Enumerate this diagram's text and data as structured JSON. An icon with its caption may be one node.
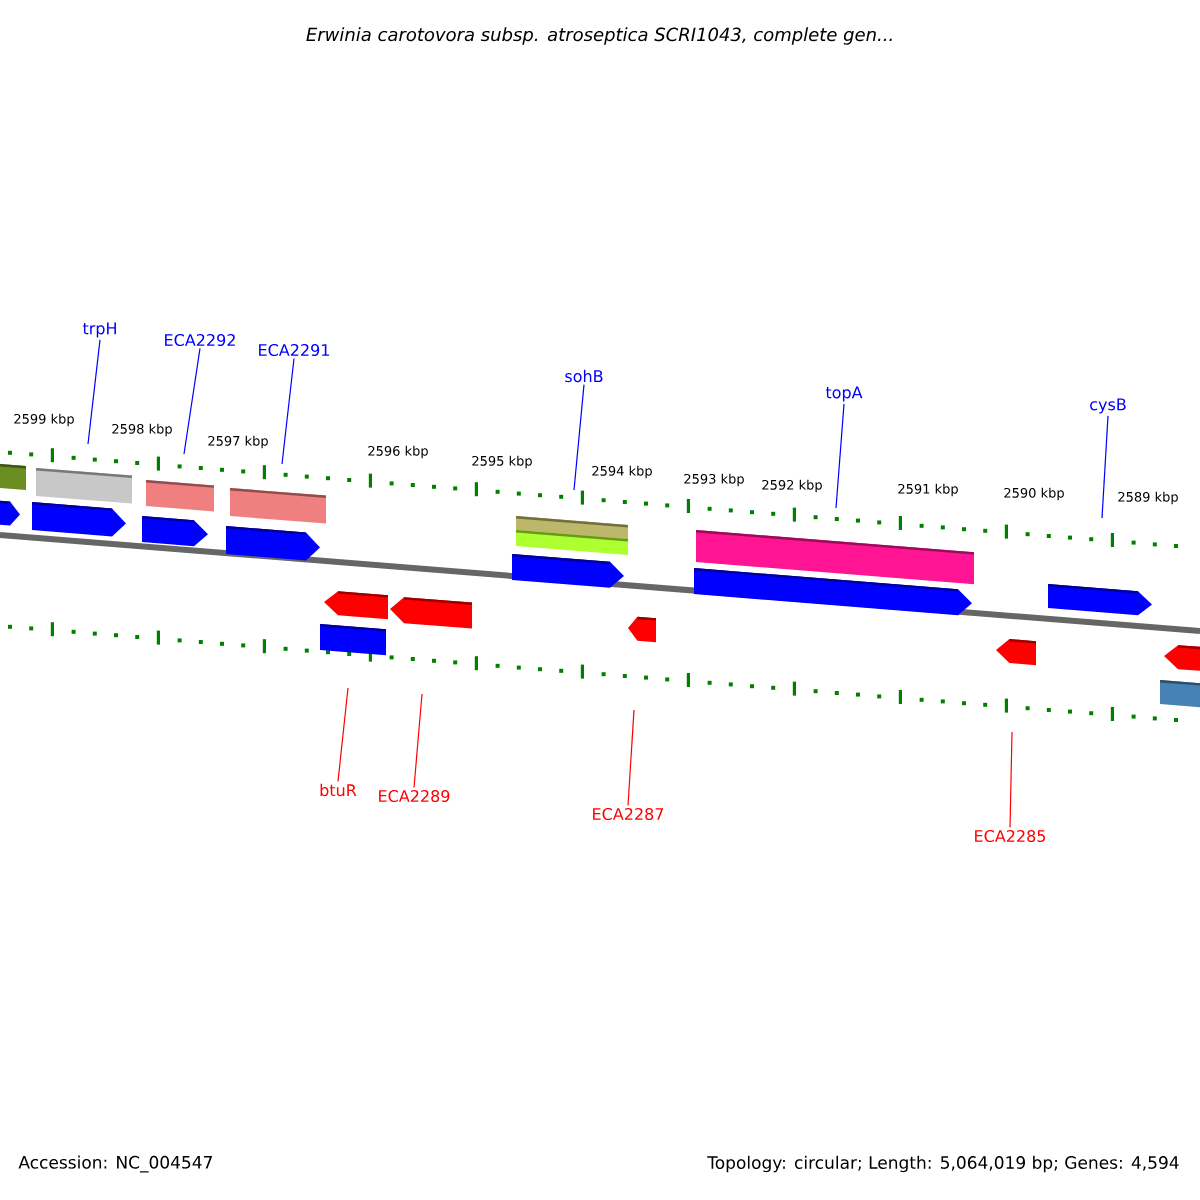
{
  "diagram": {
    "title": "Erwinia carotovora subsp. atroseptica SCRI1043, complete gen...",
    "nodes": [
      {
        "text": [
          "trpH"
        ]
      },
      {
        "text": [
          "ECA2292"
        ]
      },
      {
        "text": [
          "ECA2291"
        ]
      },
      {
        "text": [
          "sohB"
        ]
      },
      {
        "text": [
          "topA"
        ]
      },
      {
        "text": [
          "cysB"
        ]
      },
      {
        "text": [
          "btuR"
        ]
      },
      {
        "text": [
          "ECA2289"
        ]
      },
      {
        "text": [
          "ECA2287"
        ]
      },
      {
        "text": [
          "ECA2285"
        ]
      }
    ],
    "edges": [
      {
        "from": 0,
        "to": null,
        "arrow": "none"
      },
      {
        "from": 1,
        "to": null,
        "arrow": "none"
      },
      {
        "from": 2,
        "to": null,
        "arrow": "none"
      },
      {
        "from": 3,
        "to": null,
        "arrow": "none"
      },
      {
        "from": 4,
        "to": null,
        "arrow": "none"
      },
      {
        "from": 5,
        "to": null,
        "arrow": "none"
      },
      {
        "from": 6,
        "to": null,
        "arrow": "none",
        "color": "#ff0000"
      },
      {
        "from": 7,
        "to": null,
        "arrow": "none",
        "color": "#ff0000"
      },
      {
        "from": 8,
        "to": null,
        "arrow": "none",
        "color": "#ff0000"
      },
      {
        "from": 9,
        "to": null,
        "arrow": "none",
        "color": "#ff0000"
      }
    ],
    "labels": [
      "2599 kbp",
      "2598 kbp",
      "2597 kbp",
      "2596 kbp",
      "2595 kbp",
      "2594 kbp",
      "2593 kbp",
      "2592 kbp",
      "2591 kbp",
      "2590 kbp",
      "2589 kbp",
      "Accession: NC_004547",
      "Topology: circular; Length: 5,064,019 bp; Genes: 4,594"
    ]
  }
}
